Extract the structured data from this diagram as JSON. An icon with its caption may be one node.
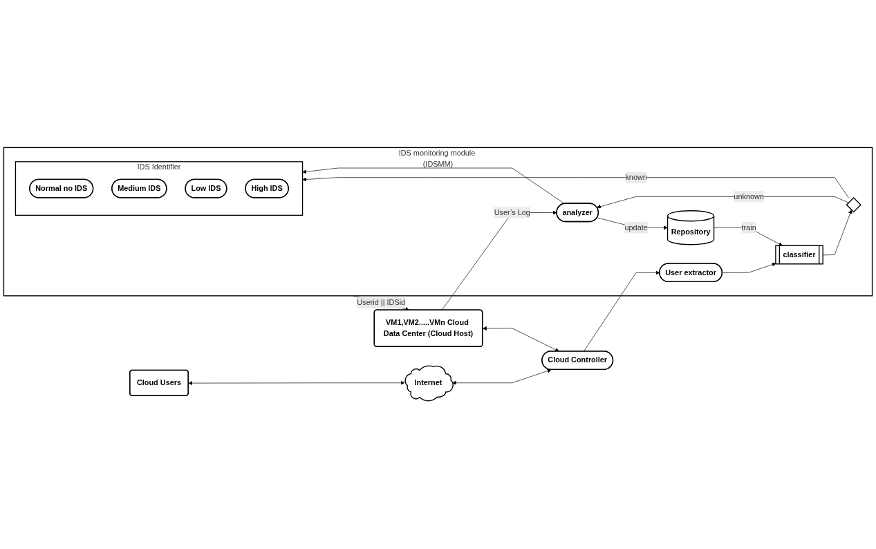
{
  "diagram": {
    "nodes": [
      {
        "text": [
          "VM1,VM2.....VMn Cloud Data Center (Cloud Host)"
        ]
      },
      {
        "text": [
          "IDS monitoring module (IDSMM)"
        ]
      },
      {
        "text": [
          "IDS Identifier"
        ],
        "in": 1
      },
      {
        "text": [
          "Normal no IDS"
        ],
        "in": 2
      },
      {
        "text": [
          "Medium IDS"
        ],
        "in": 2
      },
      {
        "text": [
          "Low IDS"
        ],
        "in": 2
      },
      {
        "text": [
          "High IDS"
        ],
        "in": 2
      },
      {
        "text": [
          "analyzer"
        ],
        "in": 1
      },
      {
        "text": [
          "Repository"
        ],
        "in": 1
      },
      {
        "text": [],
        "shape": "diamond",
        "in": 1
      },
      {
        "text": [
          "classifier"
        ],
        "in": 1
      },
      {
        "text": [
          "Cloud Users"
        ]
      },
      {
        "text": [
          "Internet"
        ]
      },
      {
        "text": [
          "Cloud Controller"
        ]
      },
      {
        "text": [
          "User extractor"
        ],
        "in": 1
      }
    ],
    "edges": [
      {
        "from": 1,
        "to": 0,
        "arrow": "to",
        "label": "Userid || IDSid"
      },
      {
        "from": 0,
        "to": 7,
        "arrow": "to",
        "label": "User’s Log"
      },
      {
        "from": 0,
        "to": 13,
        "arrow": "both"
      },
      {
        "from": 7,
        "to": 2,
        "arrow": "to"
      },
      {
        "from": 7,
        "to": 8,
        "arrow": "to",
        "label": "update"
      },
      {
        "from": 9,
        "to": 7,
        "arrow": "to",
        "label": "unknown"
      },
      {
        "from": 9,
        "to": 2,
        "arrow": "to",
        "label": "known"
      },
      {
        "from": 8,
        "to": 10,
        "arrow": "to",
        "label": "train"
      },
      {
        "from": 10,
        "to": 9,
        "arrow": "to"
      },
      {
        "from": 11,
        "to": 12,
        "arrow": "both"
      },
      {
        "from": 12,
        "to": 13,
        "arrow": "both"
      },
      {
        "from": 13,
        "to": 14,
        "arrow": "to"
      },
      {
        "from": 14,
        "to": 10,
        "arrow": "to"
      }
    ]
  }
}
